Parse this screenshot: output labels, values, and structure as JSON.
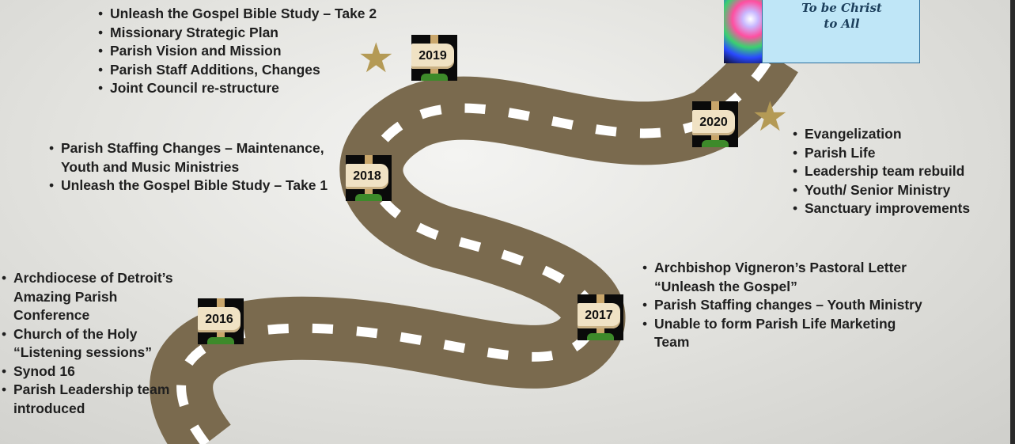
{
  "motto_card": {
    "lines": [
      "To be Christ",
      "to All"
    ],
    "image": "colorful-spirit-burst-image"
  },
  "milestones": [
    {
      "year": "2016",
      "items": [
        "Archdiocese of Detroit’s Amazing Parish Conference",
        "Church of the Holy “Listening sessions”",
        "Synod 16",
        "Parish Leadership team introduced"
      ]
    },
    {
      "year": "2017",
      "items": [
        "Archbishop Vigneron’s Pastoral Letter “Unleash the Gospel”",
        "Parish Staffing changes – Youth Ministry",
        "Unable to form Parish Life Marketing Team"
      ]
    },
    {
      "year": "2018",
      "items": [
        "Parish Staffing Changes – Maintenance, Youth and Music Ministries",
        "Unleash the Gospel Bible Study – Take 1"
      ]
    },
    {
      "year": "2019",
      "items": [
        "Unleash the Gospel Bible Study – Take 2",
        "Missionary Strategic Plan",
        "Parish Vision and Mission",
        "Parish Staff Additions, Changes",
        "Joint Council re-structure"
      ]
    },
    {
      "year": "2020",
      "items": [
        "Evangelization",
        "Parish Life",
        "Leadership team rebuild",
        "Youth/ Senior Ministry",
        "Sanctuary improvements"
      ]
    }
  ],
  "colors": {
    "road": "#7a6a4e",
    "road_dash": "#ffffff",
    "star": "#b49a55",
    "text": "#1f1f1f"
  },
  "icons": {
    "star": "gold-star-icon",
    "sign": "wooden-signpost-icon"
  }
}
